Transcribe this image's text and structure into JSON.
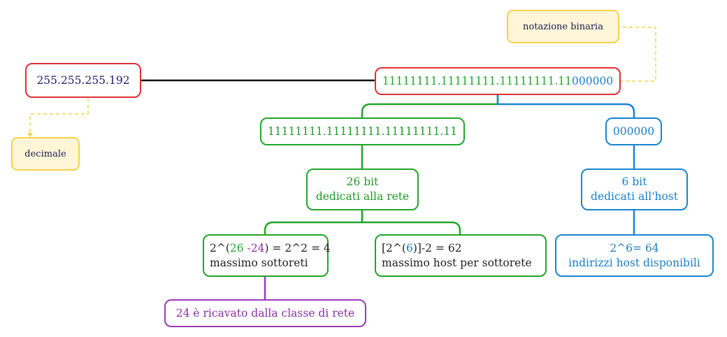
{
  "decimal_mask": "255.255.255.192",
  "binary_mask": {
    "network_part": "11111111.11111111.11111111.11",
    "host_part": "000000"
  },
  "network_bits_node": "11111111.11111111.11111111.11",
  "host_bits_node": "000000",
  "network_bits_label": {
    "line1": "26 bit",
    "line2": "dedicati alla rete"
  },
  "host_bits_label": {
    "line1": "6 bit",
    "line2": "dedicati all'host"
  },
  "subnets": {
    "formula_prefix": "2^(",
    "formula_bits": "26",
    "formula_sep": " ",
    "formula_class": "-24",
    "formula_suffix": ") = 2^2 = 4",
    "caption": "massimo sottoreti"
  },
  "hosts_per_subnet": {
    "formula_prefix": "[2^(",
    "formula_bits": "6",
    "formula_suffix": ")]-2 = 62",
    "caption": "massimo host per sottorete"
  },
  "available_hosts": {
    "line1": "2^6= 64",
    "line2": "indirizzi host disponibili"
  },
  "class_note": "24 è ricavato dalla classe di rete",
  "note_binary": "notazione binaria",
  "note_decimal": "decimale",
  "colors": {
    "red": "#dd3035",
    "green": "#22a52a",
    "blue": "#1785d0",
    "purple": "#9a3ab8",
    "note_border": "#f2d24a",
    "note_fill": "#fff6d8"
  }
}
